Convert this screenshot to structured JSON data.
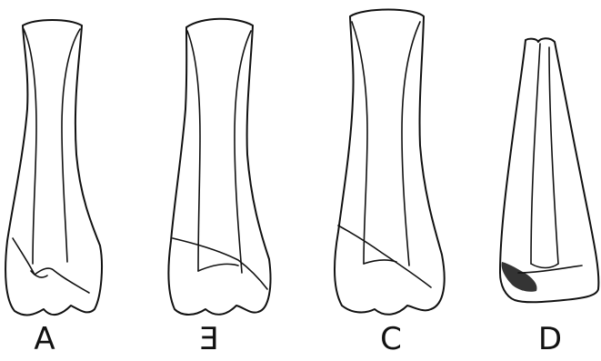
{
  "panels": [
    {
      "id": "A",
      "label": "A"
    },
    {
      "id": "B",
      "label": "E"
    },
    {
      "id": "C",
      "label": "C"
    },
    {
      "id": "D",
      "label": "D"
    }
  ],
  "colors": {
    "ink": "#111111",
    "paper": "#ffffff"
  }
}
